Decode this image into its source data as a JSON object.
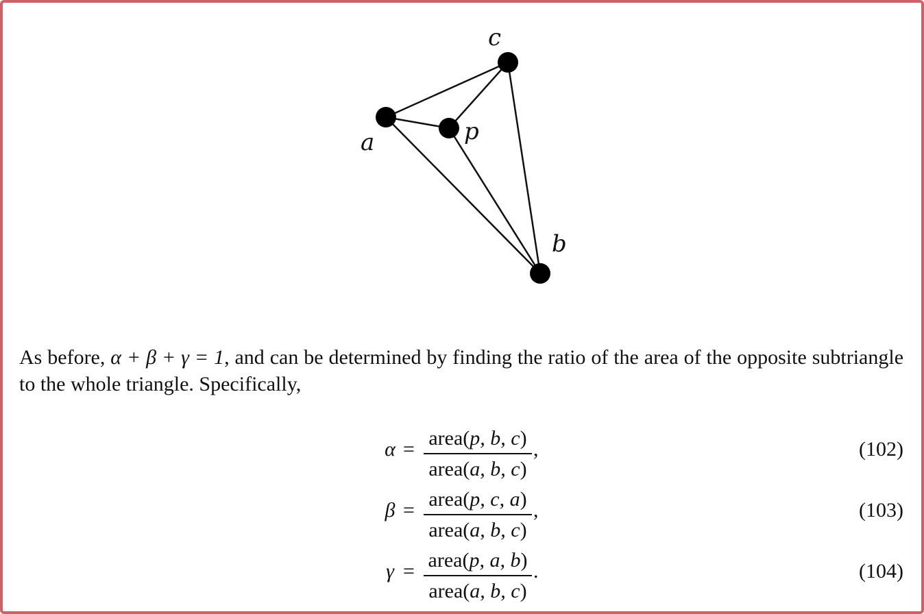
{
  "figure": {
    "vertices": {
      "a": {
        "label": "a"
      },
      "b": {
        "label": "b"
      },
      "c": {
        "label": "c"
      },
      "p": {
        "label": "p"
      }
    }
  },
  "paragraph": {
    "prefix": "As before, ",
    "expr": "α + β + γ = 1",
    "suffix": ", and can be determined by finding the ratio of the area of the opposite subtriangle to the whole triangle. Specifically,"
  },
  "equations": [
    {
      "lhs": "α",
      "num_args": "p, b, c",
      "den_args": "a, b, c",
      "punct": ",",
      "number": "(102)"
    },
    {
      "lhs": "β",
      "num_args": "p, c, a",
      "den_args": "a, b, c",
      "punct": ",",
      "number": "(103)"
    },
    {
      "lhs": "γ",
      "num_args": "p, a, b",
      "den_args": "a, b, c",
      "punct": ".",
      "number": "(104)"
    }
  ],
  "labels": {
    "equals": "=",
    "area": "area"
  }
}
